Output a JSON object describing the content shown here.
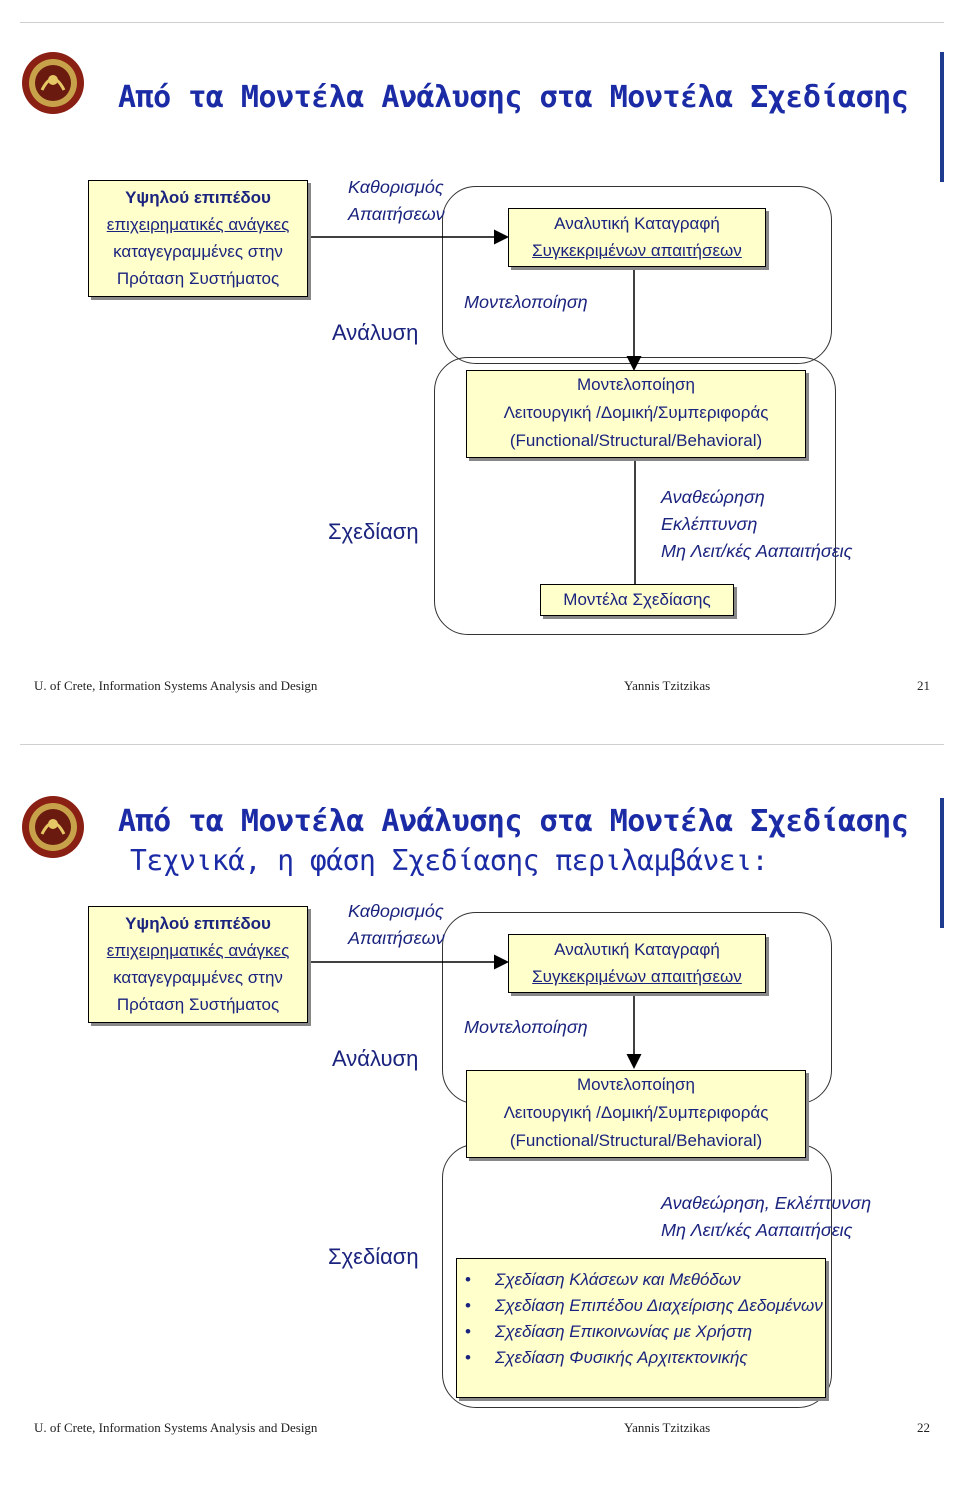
{
  "slide1": {
    "title": "Από τα Μοντέλα Ανάλυσης στα Μοντέλα Σχεδίασης",
    "source_box": {
      "line1": "Υψηλού επιπέδου",
      "line2": "επιχειρηματικές ανάγκες",
      "line3": "καταγεγραμμένες στην",
      "line4": "Πρόταση Συστήματος"
    },
    "requirements_label": {
      "line1": "Καθορισμός",
      "line2": "Απαιτήσεων"
    },
    "analytic_box": {
      "line1": "Αναλυτική Καταγραφή",
      "line2": "Συγκεκριμένων απαιτήσεων"
    },
    "modeling_label": "Μοντελοποίηση",
    "analysis_label": "Ανάλυση",
    "modeling_box": {
      "line1": "Μοντελοποίηση",
      "line2": "Λειτουργική /Δομική/Συμπεριφοράς",
      "line3": "(Functional/Structural/Behavioral)"
    },
    "design_label": "Σχεδίαση",
    "review_notes": {
      "line1": "Αναθεώρηση",
      "line2": "Εκλέπτυνση",
      "line3": "Μη Λειτ/κές Ααπαιτήσεις"
    },
    "design_models_box": "Μοντέλα Σχεδίασης",
    "footer": {
      "left": "U. of Crete, Information Systems Analysis and Design",
      "center": "Yannis Tzitzikas",
      "page": "21"
    }
  },
  "slide2": {
    "title": "Από τα Μοντέλα Ανάλυσης στα Μοντέλα Σχεδίασης",
    "subtitle": "Τεχνικά, η φάση Σχεδίασης περιλαμβάνει:",
    "source_box": {
      "line1": "Υψηλού επιπέδου",
      "line2": "επιχειρηματικές ανάγκες",
      "line3": "καταγεγραμμένες στην",
      "line4": "Πρόταση Συστήματος"
    },
    "requirements_label": {
      "line1": "Καθορισμός",
      "line2": "Απαιτήσεων"
    },
    "analytic_box": {
      "line1": "Αναλυτική Καταγραφή",
      "line2": "Συγκεκριμένων απαιτήσεων"
    },
    "modeling_label": "Μοντελοποίηση",
    "analysis_label": "Ανάλυση",
    "modeling_box": {
      "line1": "Μοντελοποίηση",
      "line2": "Λειτουργική /Δομική/Συμπεριφοράς",
      "line3": "(Functional/Structural/Behavioral)"
    },
    "design_label": "Σχεδίαση",
    "review_notes": {
      "line1": "Αναθεώρηση, Εκλέπτυνση",
      "line2": "Μη Λειτ/κές Ααπαιτήσεις"
    },
    "bullet_marker": "•",
    "design_items": [
      "Σχεδίαση Κλάσεων και Μεθόδων",
      "Σχεδίαση Επιπέδου Διαχείρισης Δεδομένων",
      "Σχεδίαση Επικοινωνίας με Χρήστη",
      "Σχεδίαση Φυσικής Αρχιτεκτονικής"
    ],
    "footer": {
      "left": "U. of Crete, Information Systems Analysis and Design",
      "center": "Yannis Tzitzikas",
      "page": "22"
    }
  },
  "colors": {
    "title": "#1b2ba6",
    "text": "#1a237e",
    "box_fill": "#ffffcc",
    "accent_bar": "#1f3b8f"
  },
  "icons": {
    "logo": "university-of-crete-seal"
  }
}
